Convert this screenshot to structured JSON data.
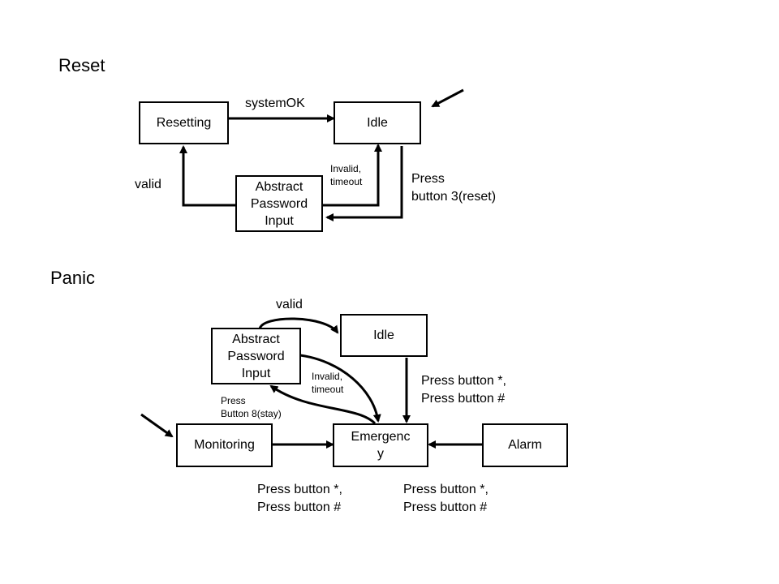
{
  "reset": {
    "title": "Reset",
    "states": {
      "resetting": "Resetting",
      "idle": "Idle",
      "abstract_password_input": "Abstract\nPassword\nInput"
    },
    "transitions": {
      "system_ok": "systemOK",
      "valid": "valid",
      "invalid_timeout": "Invalid,\ntimeout",
      "press_button_3": "Press\nbutton 3(reset)"
    }
  },
  "panic": {
    "title": "Panic",
    "states": {
      "abstract_password_input": "Abstract\nPassword\nInput",
      "idle": "Idle",
      "monitoring": "Monitoring",
      "emergency": "Emergenc\ny",
      "alarm": "Alarm"
    },
    "transitions": {
      "valid": "valid",
      "invalid_timeout": "Invalid,\ntimeout",
      "press_button_8": "Press\nButton 8(stay)",
      "idle_to_emergency": "Press button *,\nPress button #",
      "monitoring_to_emergency": "Press button *,\nPress button #",
      "alarm_to_emergency": "Press button *,\nPress button #"
    }
  }
}
